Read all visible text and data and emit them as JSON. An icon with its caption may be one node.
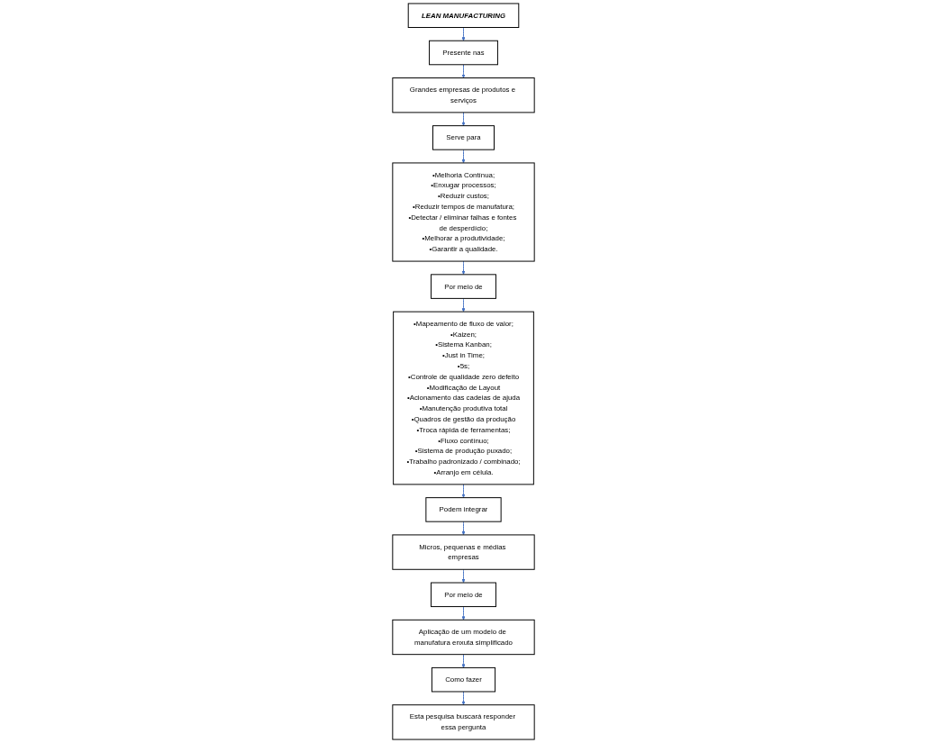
{
  "diagram": {
    "nodes": [
      {
        "text": [
          "LEAN MANUFACTURING"
        ]
      },
      {
        "text": [
          "Presente nas"
        ]
      },
      {
        "text": [
          "Grandes empresas de produtos e serviços"
        ]
      },
      {
        "text": [
          "Serve para"
        ]
      },
      {
        "text": [
          "•Melhoria Contínua;",
          "•Enxugar processos;",
          "•Reduzir custos;",
          "•Reduzir tempos de manufatura;",
          "•Detectar / eliminar falhas e fontes de desperdício;",
          "•Melhorar a produtividade;",
          "•Garantir a qualidade."
        ]
      },
      {
        "text": [
          "Por meio de"
        ]
      },
      {
        "text": [
          "•Mapeamento de fluxo de valor;",
          "•Kaizen;",
          "•Sistema Kanban;",
          "•Just in Time;",
          "•5s;",
          "•Controle de qualidade zero defeito",
          "•Modificação de Layout",
          "•Acionamento das cadeias de ajuda",
          "•Manutenção produtiva total",
          "•Quadros de gestão da produção",
          "•Troca rápida de ferramentas;",
          "•Fluxo contínuo;",
          "•Sistema de produção puxado;",
          "•Trabalho padronizado / combinado;",
          "•Arranjo em célula."
        ]
      },
      {
        "text": [
          "Podem integrar"
        ]
      },
      {
        "text": [
          "Micros, pequenas e médias empresas"
        ]
      },
      {
        "text": [
          "Por meio de"
        ]
      },
      {
        "text": [
          "Aplicação de um modelo de manufatura enxuta simplificado"
        ]
      },
      {
        "text": [
          "Como fazer"
        ]
      },
      {
        "text": [
          "Esta pesquisa buscará responder essa pergunta"
        ]
      }
    ],
    "edges": [
      {
        "from": 0,
        "to": 1,
        "arrow": "to"
      },
      {
        "from": 1,
        "to": 2,
        "arrow": "to"
      },
      {
        "from": 2,
        "to": 3,
        "arrow": "to"
      },
      {
        "from": 3,
        "to": 4,
        "arrow": "to"
      },
      {
        "from": 4,
        "to": 5,
        "arrow": "to"
      },
      {
        "from": 5,
        "to": 6,
        "arrow": "to"
      },
      {
        "from": 6,
        "to": 7,
        "arrow": "to"
      },
      {
        "from": 7,
        "to": 8,
        "arrow": "to"
      },
      {
        "from": 8,
        "to": 9,
        "arrow": "to"
      },
      {
        "from": 9,
        "to": 10,
        "arrow": "to"
      },
      {
        "from": 10,
        "to": 11,
        "arrow": "to"
      },
      {
        "from": 11,
        "to": 12,
        "arrow": "to"
      }
    ]
  }
}
